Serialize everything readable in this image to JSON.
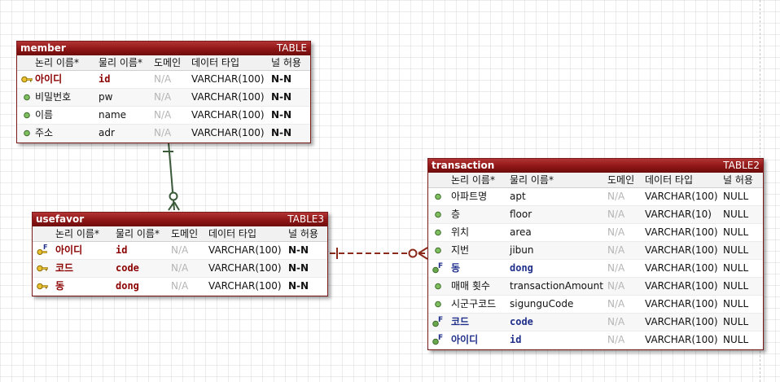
{
  "colors": {
    "header": "#8e1515",
    "relation": "#3a5a3a",
    "relation_dashed": "#8b2a1a"
  },
  "member": {
    "title": "member",
    "kind": "TABLE",
    "cols": [
      "논리 이름*",
      "물리 이름*",
      "도메인",
      "데이터 타입",
      "널 허용"
    ],
    "rows": [
      {
        "icon": "key-icon",
        "logical": "아이디",
        "physical": "id",
        "domain": "N/A",
        "type": "VARCHAR(100)",
        "nullable": "N-N",
        "style": "pk"
      },
      {
        "icon": "attribute-dot-icon",
        "logical": "비밀번호",
        "physical": "pw",
        "domain": "N/A",
        "type": "VARCHAR(100)",
        "nullable": "N-N",
        "style": "plain"
      },
      {
        "icon": "attribute-dot-icon",
        "logical": "이름",
        "physical": "name",
        "domain": "N/A",
        "type": "VARCHAR(100)",
        "nullable": "N-N",
        "style": "plain"
      },
      {
        "icon": "attribute-dot-icon",
        "logical": "주소",
        "physical": "adr",
        "domain": "N/A",
        "type": "VARCHAR(100)",
        "nullable": "N-N",
        "style": "plain"
      }
    ]
  },
  "usefavor": {
    "title": "usefavor",
    "kind": "TABLE3",
    "cols": [
      "논리 이름*",
      "물리 이름*",
      "도메인",
      "데이터 타입",
      "널 허용"
    ],
    "rows": [
      {
        "icon": "foreign-key-key-icon",
        "logical": "아이디",
        "physical": "id",
        "domain": "N/A",
        "type": "VARCHAR(100)",
        "nullable": "N-N",
        "style": "pk"
      },
      {
        "icon": "key-icon",
        "logical": "코드",
        "physical": "code",
        "domain": "N/A",
        "type": "VARCHAR(100)",
        "nullable": "N-N",
        "style": "pk"
      },
      {
        "icon": "key-icon",
        "logical": "동",
        "physical": "dong",
        "domain": "N/A",
        "type": "VARCHAR(100)",
        "nullable": "N-N",
        "style": "pk"
      }
    ]
  },
  "transaction": {
    "title": "transaction",
    "kind": "TABLE2",
    "cols": [
      "논리 이름*",
      "물리 이름*",
      "도메인",
      "데이터 타입",
      "널 허용"
    ],
    "rows": [
      {
        "icon": "attribute-dot-icon",
        "logical": "아파트명",
        "physical": "apt",
        "domain": "N/A",
        "type": "VARCHAR(100)",
        "nullable": "NULL",
        "style": "plain"
      },
      {
        "icon": "attribute-dot-icon",
        "logical": "층",
        "physical": "floor",
        "domain": "N/A",
        "type": "VARCHAR(10)",
        "nullable": "NULL",
        "style": "plain"
      },
      {
        "icon": "attribute-dot-icon",
        "logical": "위치",
        "physical": "area",
        "domain": "N/A",
        "type": "VARCHAR(100)",
        "nullable": "NULL",
        "style": "plain"
      },
      {
        "icon": "attribute-dot-icon",
        "logical": "지번",
        "physical": "jibun",
        "domain": "N/A",
        "type": "VARCHAR(100)",
        "nullable": "NULL",
        "style": "plain"
      },
      {
        "icon": "foreign-key-icon",
        "logical": "동",
        "physical": "dong",
        "domain": "N/A",
        "type": "VARCHAR(100)",
        "nullable": "NULL",
        "style": "fk"
      },
      {
        "icon": "attribute-dot-icon",
        "logical": "매매 횟수",
        "physical": "transactionAmount",
        "domain": "N/A",
        "type": "VARCHAR(100)",
        "nullable": "NULL",
        "style": "plain"
      },
      {
        "icon": "attribute-dot-icon",
        "logical": "시군구코드",
        "physical": "sigunguCode",
        "domain": "N/A",
        "type": "VARCHAR(100)",
        "nullable": "NULL",
        "style": "plain"
      },
      {
        "icon": "foreign-key-icon",
        "logical": "코드",
        "physical": "code",
        "domain": "N/A",
        "type": "VARCHAR(100)",
        "nullable": "NULL",
        "style": "fk"
      },
      {
        "icon": "foreign-key-icon",
        "logical": "아이디",
        "physical": "id",
        "domain": "N/A",
        "type": "VARCHAR(100)",
        "nullable": "NULL",
        "style": "fk"
      }
    ]
  }
}
